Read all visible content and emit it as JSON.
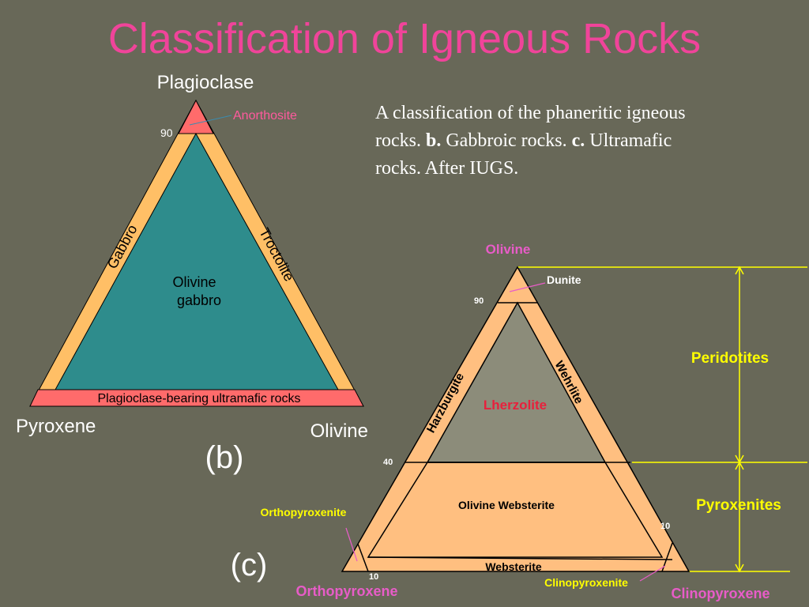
{
  "title": "Classification of Igneous Rocks",
  "caption": {
    "part1": "A classification of the phaneritic igneous rocks. ",
    "b_letter": "b.",
    "part2": " Gabbroic rocks. ",
    "c_letter": "c.",
    "part3": " Ultramafic rocks. After IUGS."
  },
  "diagram_b": {
    "label": "(b)",
    "apex_top": "Plagioclase",
    "apex_left": "Pyroxene",
    "apex_right": "Olivine",
    "tick_90": "90",
    "anorthosite": "Anorthosite",
    "gabbro": "Gabbro",
    "troctolite": "Troctolite",
    "olivine_gabbro_line1": "Olivine",
    "olivine_gabbro_line2": "gabbro",
    "bottom_band": "Plagioclase-bearing ultramafic rocks",
    "colors": {
      "outer": "#ffbf66",
      "inner": "#2e8c8c",
      "tip": "#ff6b6b"
    }
  },
  "diagram_c": {
    "label": "(c)",
    "apex_top": "Olivine",
    "apex_left": "Orthopyroxene",
    "apex_right": "Clinopyroxene",
    "dunite": "Dunite",
    "tick_90": "90",
    "tick_40": "40",
    "tick_10_right": "10",
    "tick_10_bottom": "10",
    "harzburgite": "Harzburgite",
    "wehrlite": "Wehrlite",
    "lherzolite": "Lherzolite",
    "olivine_websterite": "Olivine Websterite",
    "orthopyroxenite": "Orthopyroxenite",
    "websterite": "Websterite",
    "clinopyroxenite": "Clinopyroxenite",
    "peridotites": "Peridotites",
    "pyroxenites": "Pyroxenites",
    "colors": {
      "fill": "#ffbf80",
      "lherzolite_fill": "#8c8c7a",
      "pink": "#e85cc8",
      "yellow": "#ffff00",
      "red": "#e8203c"
    }
  }
}
